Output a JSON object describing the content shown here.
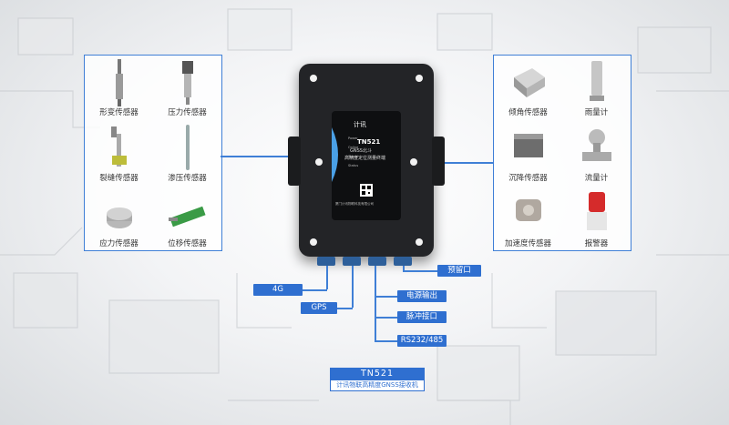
{
  "left_panel": {
    "items": [
      {
        "label": "形变传感器",
        "icon": "strain-sensor-icon"
      },
      {
        "label": "压力传感器",
        "icon": "pressure-sensor-icon"
      },
      {
        "label": "裂缝传感器",
        "icon": "crack-sensor-icon"
      },
      {
        "label": "渗压传感器",
        "icon": "seepage-sensor-icon"
      },
      {
        "label": "应力传感器",
        "icon": "stress-sensor-icon"
      },
      {
        "label": "位移传感器",
        "icon": "displacement-sensor-icon"
      }
    ]
  },
  "right_panel": {
    "items": [
      {
        "label": "倾角传感器",
        "icon": "tilt-sensor-icon"
      },
      {
        "label": "雨量计",
        "icon": "rain-gauge-icon"
      },
      {
        "label": "沉降传感器",
        "icon": "settlement-sensor-icon"
      },
      {
        "label": "流量计",
        "icon": "flow-meter-icon"
      },
      {
        "label": "加速度传感器",
        "icon": "accelerometer-icon"
      },
      {
        "label": "报警器",
        "icon": "alarm-icon"
      }
    ]
  },
  "device": {
    "model": "TN521",
    "brand_cn": "计讯",
    "subtitle": "GNSS北斗",
    "desc": "高精度定位测量终端",
    "leds": [
      "Power",
      "Online",
      "Signal",
      "Status"
    ],
    "vendor": "厦门计讯物联科技有限公司"
  },
  "ports": {
    "p4g": "4G",
    "gps": "GPS",
    "reserved": "预留口",
    "power": "电源输出",
    "pulse": "脉冲接口",
    "serial": "RS232/485"
  },
  "caption": {
    "model": "TN521",
    "name": "计讯物联高精度GNSS接收机"
  },
  "colors": {
    "accent": "#2f6fd0",
    "device": "#232427"
  }
}
